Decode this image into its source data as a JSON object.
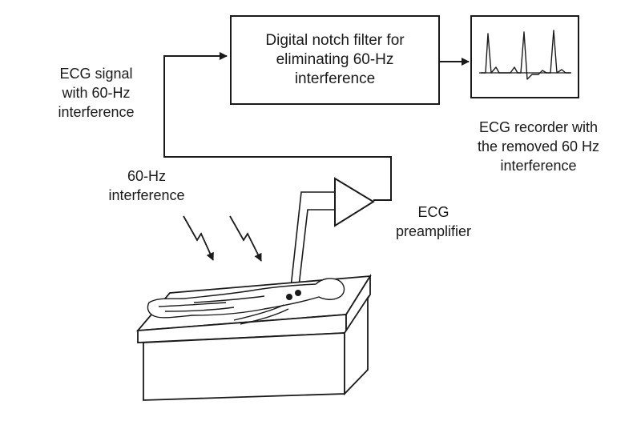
{
  "filter_box": {
    "lines": [
      "Digital notch filter for",
      "eliminating 60-Hz",
      "interference"
    ]
  },
  "labels": {
    "ecg_signal": [
      "ECG signal",
      "with 60-Hz",
      "interference"
    ],
    "recorder": [
      "ECG recorder with",
      "the removed 60 Hz",
      "interference"
    ],
    "interference_60hz": [
      "60-Hz",
      "interference"
    ],
    "preamplifier": [
      "ECG",
      "preamplifier"
    ]
  },
  "colors": {
    "ink": "#1a1a1a",
    "background": "#ffffff"
  }
}
